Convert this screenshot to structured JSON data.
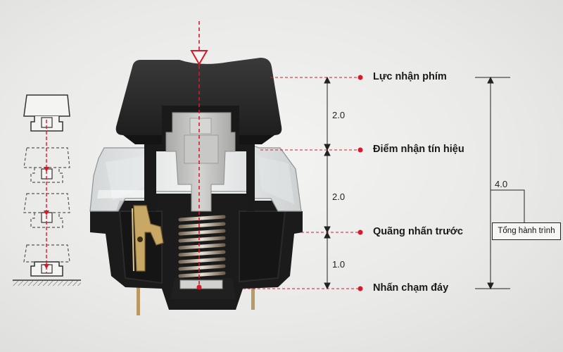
{
  "labels": {
    "actuation_force": "Lực nhận phím",
    "actuation_point": "Điểm nhận tín hiệu",
    "pre_travel": "Quãng nhấn trước",
    "bottom_out": "Nhấn chạm đáy"
  },
  "measurements": {
    "segment_1": "2.0",
    "segment_2": "2.0",
    "segment_3": "1.0",
    "total": "4.0"
  },
  "total_travel_label": "Tổng hành trình",
  "colors": {
    "accent_red": "#d7192a",
    "switch_housing": "#1c1c1c",
    "keycap": "#2b2b2b",
    "stem": "#bdbdbb",
    "background": "#ececea"
  }
}
